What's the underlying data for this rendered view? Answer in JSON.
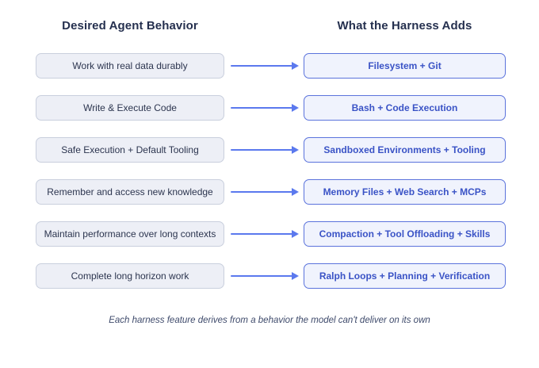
{
  "header": {
    "left": "Desired Agent Behavior",
    "right": "What the Harness Adds"
  },
  "rows": [
    {
      "behavior": "Work with real data durably",
      "harness": "Filesystem + Git"
    },
    {
      "behavior": "Write & Execute Code",
      "harness": "Bash + Code Execution"
    },
    {
      "behavior": "Safe Execution + Default Tooling",
      "harness": "Sandboxed Environments + Tooling"
    },
    {
      "behavior": "Remember and access new knowledge",
      "harness": "Memory Files + Web Search + MCPs"
    },
    {
      "behavior": "Maintain performance over long contexts",
      "harness": "Compaction + Tool Offloading + Skills"
    },
    {
      "behavior": "Complete long horizon work",
      "harness": "Ralph Loops + Planning + Verification"
    }
  ],
  "footer": {
    "caption": "Each harness feature derives from a behavior the model can't deliver on its own"
  },
  "colors": {
    "heading_text": "#25304f",
    "behavior_box_bg": "#edeff6",
    "behavior_box_border": "#c9cfdd",
    "behavior_text": "#2c354f",
    "harness_box_bg": "#f0f3fd",
    "harness_box_border": "#5b73dc",
    "harness_text": "#3a53c6",
    "arrow": "#5b79ee",
    "caption_text": "#3e4a6b"
  }
}
